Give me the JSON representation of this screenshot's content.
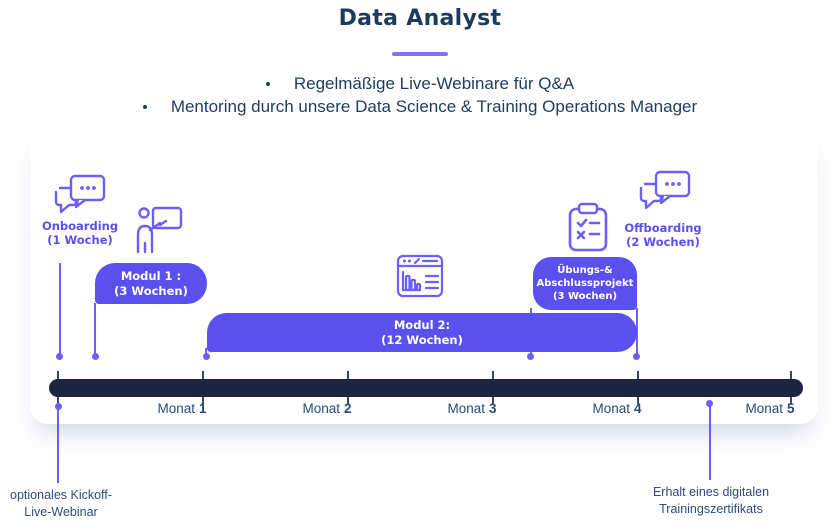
{
  "header": {
    "title": "Data Analyst",
    "bullets": [
      "Regelmäßige Live-Webinare für Q&A",
      "Mentoring durch unsere Data Science & Training Operations Manager"
    ]
  },
  "timeline": {
    "onboarding": {
      "name": "Onboarding",
      "duration": "(1 Woche)"
    },
    "offboarding": {
      "name": "Offboarding",
      "duration": "(2 Wochen)"
    },
    "modules": [
      {
        "name": "Modul 1 :",
        "duration": "(3 Wochen)"
      },
      {
        "name": "Modul 2:",
        "duration": "(12 Wochen)"
      }
    ],
    "project": {
      "line1": "Übungs-&",
      "line2": "Abschlussprojekt",
      "duration": "(3 Wochen)"
    },
    "months": [
      {
        "word": "Monat",
        "num": "1"
      },
      {
        "word": "Monat",
        "num": "2"
      },
      {
        "word": "Monat",
        "num": "3"
      },
      {
        "word": "Monat",
        "num": "4"
      },
      {
        "word": "Monat",
        "num": "5"
      }
    ],
    "annotations": {
      "kickoff_line1": "optionales Kickoff-",
      "kickoff_line2": "Live-Webinar",
      "certificate_line1": "Erhalt eines digitalen",
      "certificate_line2": "Trainingszertifikats"
    },
    "icons": {
      "onboarding": "chat-bubbles-icon",
      "presenter": "presenter-board-icon",
      "analytics": "analytics-browser-icon",
      "checklist": "clipboard-checklist-icon",
      "offboarding": "chat-bubbles-icon"
    }
  },
  "colors": {
    "accent_purple": "#5a50ee",
    "icon_purple": "#6a5ff7",
    "underline_purple": "#7d73ff",
    "navy_text": "#1d3c5e",
    "bar_navy": "#1d2441",
    "month_text": "#264a78"
  }
}
